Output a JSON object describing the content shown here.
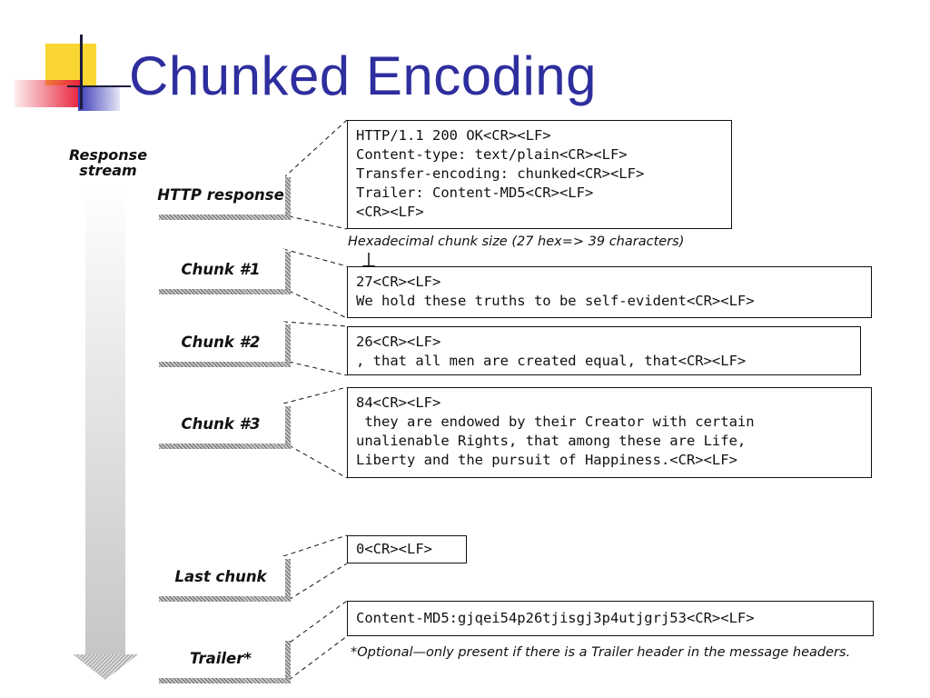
{
  "title": "Chunked Encoding",
  "stream_label": "Response\nstream",
  "tabs": [
    {
      "label": "HTTP response"
    },
    {
      "label": "Chunk #1"
    },
    {
      "label": "Chunk #2"
    },
    {
      "label": "Chunk #3"
    },
    {
      "label": "Last chunk"
    },
    {
      "label": "Trailer*"
    }
  ],
  "boxes": {
    "http_response": "HTTP/1.1 200 OK<CR><LF>\nContent-type: text/plain<CR><LF>\nTransfer-encoding: chunked<CR><LF>\nTrailer: Content-MD5<CR><LF>\n<CR><LF>",
    "chunk1": "27<CR><LF>\nWe hold these truths to be self-evident<CR><LF>",
    "chunk2": "26<CR><LF>\n, that all men are created equal, that<CR><LF>",
    "chunk3": "84<CR><LF>\n they are endowed by their Creator with certain\nunalienable Rights, that among these are Life,\nLiberty and the pursuit of Happiness.<CR><LF>",
    "last_chunk": "0<CR><LF>",
    "trailer": "Content-MD5:gjqei54p26tjisgj3p4utjgrj53<CR><LF>"
  },
  "annotations": {
    "chunk_size_note": "Hexadecimal chunk size (27 hex=> 39 characters)",
    "trailer_note": "*Optional—only present if there is a Trailer header in the message headers."
  },
  "colors": {
    "title": "#2e2e9e",
    "logo_yellow": "#f9d632",
    "logo_red": "#e8243e",
    "logo_blue": "#3a3ab8"
  }
}
